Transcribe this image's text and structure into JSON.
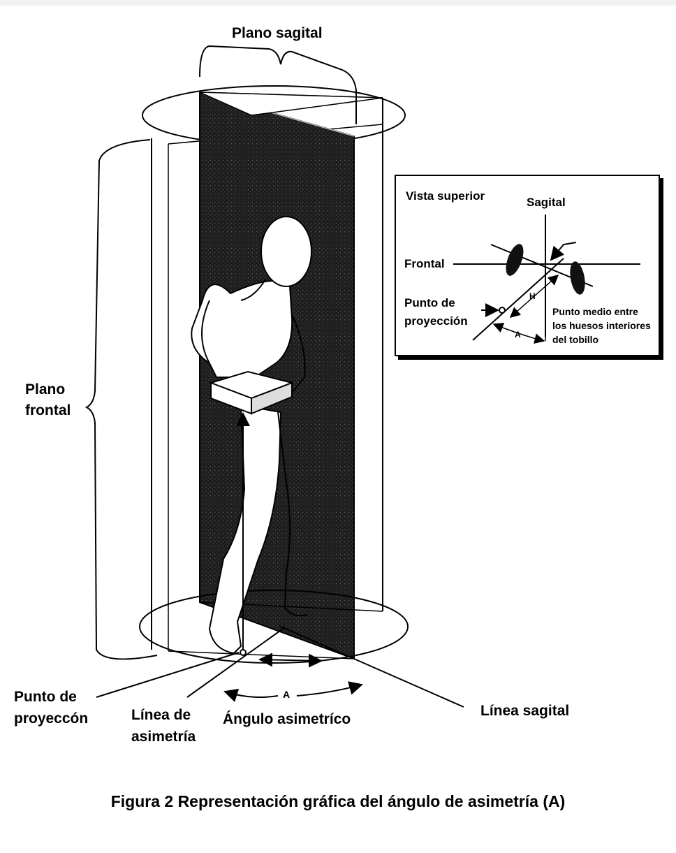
{
  "labels": {
    "plano_sagital": "Plano sagital",
    "plano_frontal": [
      "Plano",
      "frontal"
    ],
    "punto_proyeccion": [
      "Punto de",
      "proyeccón"
    ],
    "linea_asimetria": [
      "Línea de",
      "asimetría"
    ],
    "angulo_asimetrico": "Ángulo asimetríco",
    "linea_sagital": "Línea sagital",
    "angle_letter": "A"
  },
  "inset": {
    "title": "Vista superior",
    "sagital": "Sagital",
    "frontal": "Frontal",
    "punto_proyeccion": [
      "Punto de",
      "proyección"
    ],
    "punto_medio": [
      "Punto medio entre",
      "los huesos interiores",
      "del tobillo"
    ],
    "h_letter": "H",
    "a_letter": "A"
  },
  "caption": "Figura 2 Representación gráfica del ángulo de asimetría (A)",
  "colors": {
    "ink": "#000000",
    "plane_fill": "#1e1e1e",
    "background": "#ffffff"
  }
}
